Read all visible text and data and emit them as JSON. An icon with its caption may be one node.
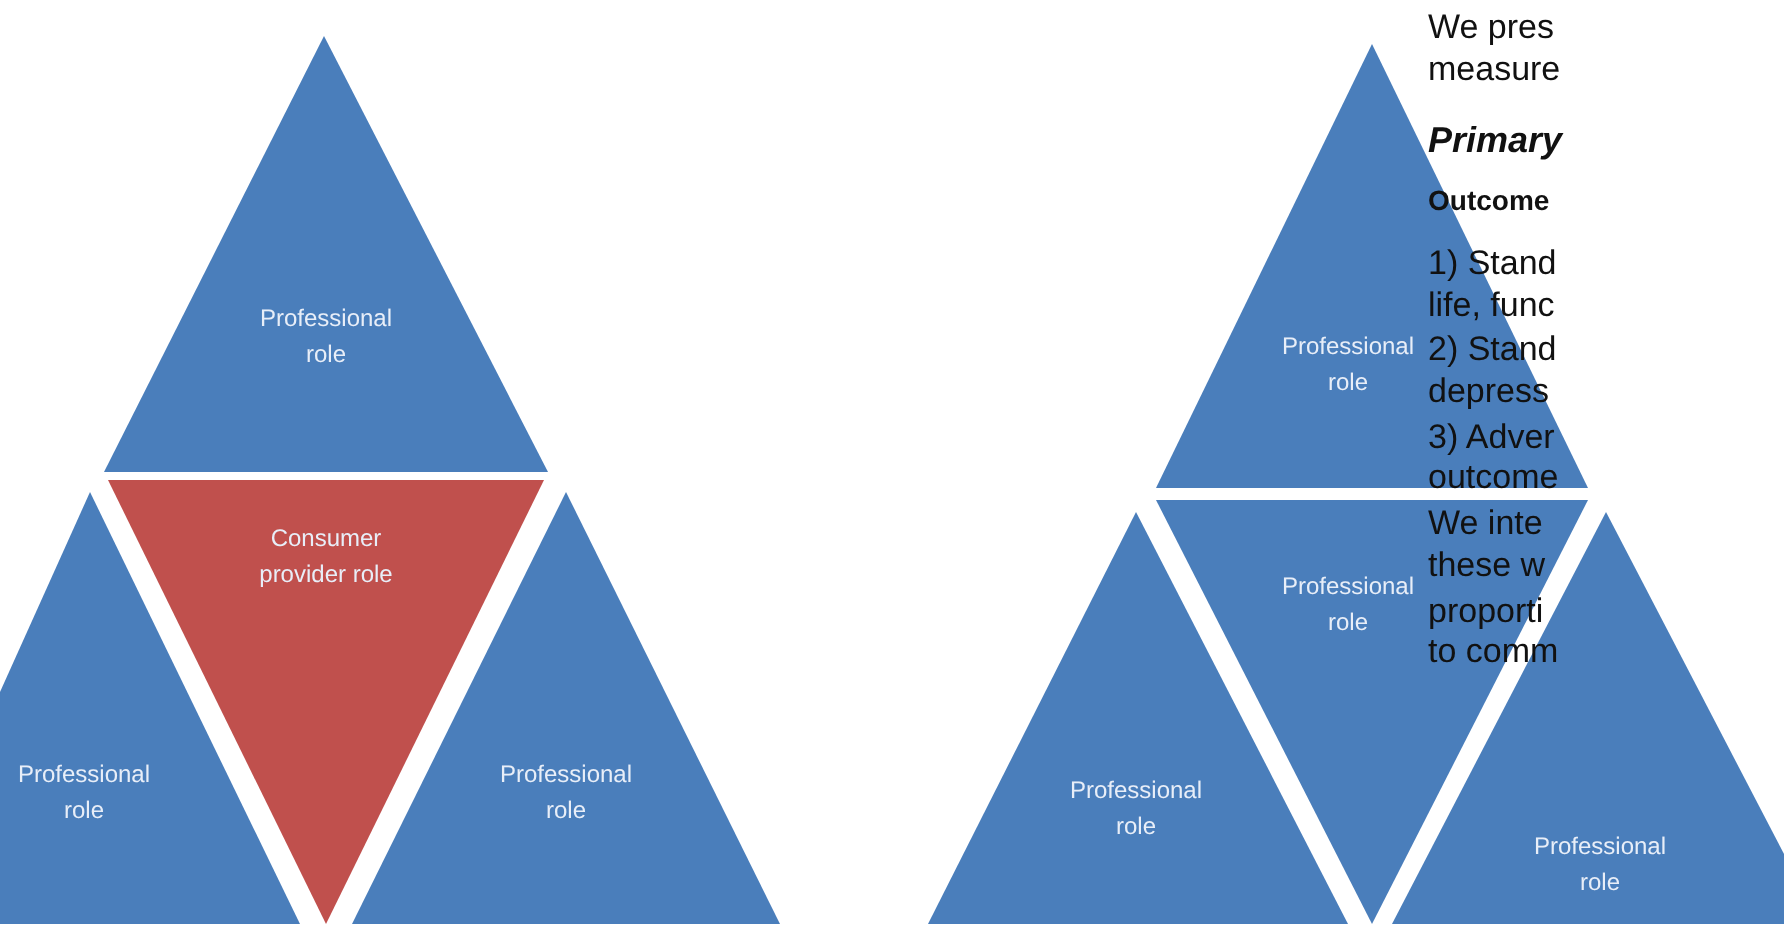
{
  "diagram": {
    "nodes": [
      {
        "text": [
          "Professional role"
        ]
      },
      {
        "text": [
          "Consumer provider role"
        ]
      },
      {
        "text": [
          "Professional role"
        ]
      },
      {
        "text": [
          "Professional role"
        ]
      },
      {
        "text": [
          "Professional role"
        ]
      },
      {
        "text": [
          "Professional role"
        ]
      },
      {
        "text": [
          "Professional role"
        ]
      },
      {
        "text": [
          "Professional role"
        ]
      }
    ],
    "edges": [],
    "labels": [
      "We pres",
      "measure",
      "Primary",
      "Outcome",
      "1) Stand",
      "life, func",
      "2) Stand",
      "depress",
      "3) Adver",
      "outcome",
      "We inte",
      "these w",
      "proporti",
      "to comm"
    ]
  }
}
